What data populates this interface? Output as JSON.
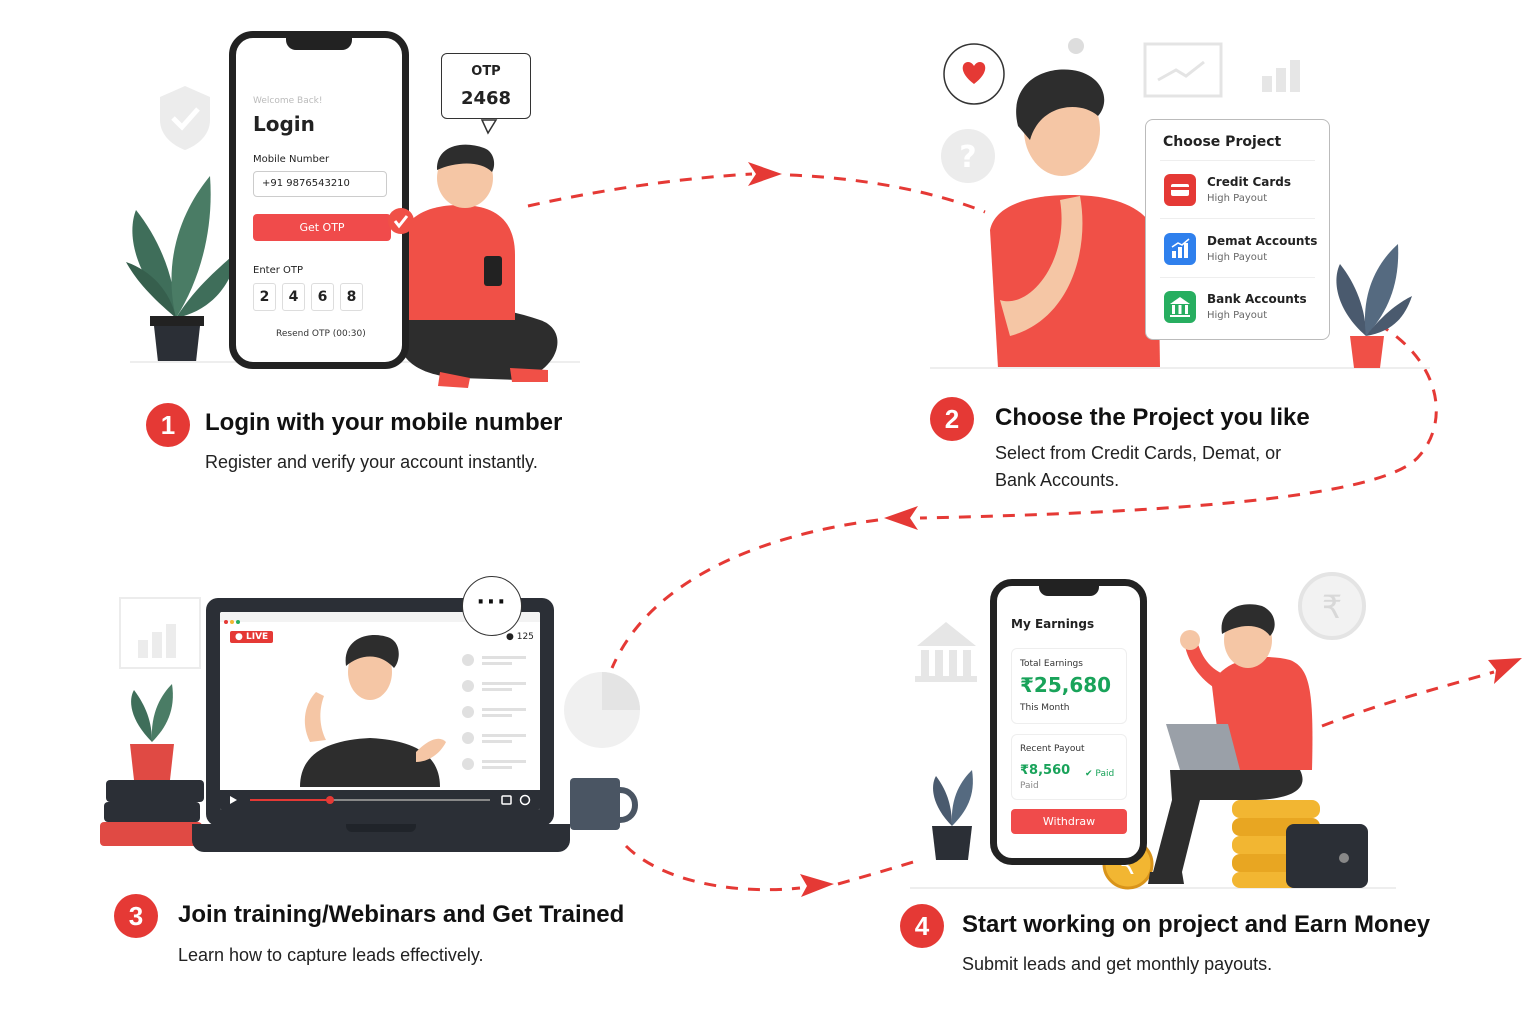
{
  "steps": [
    {
      "number": "1",
      "title": "Login with your mobile number",
      "description": "Register and verify your account instantly."
    },
    {
      "number": "2",
      "title": "Choose the Project you like",
      "description": "Select from Credit Cards, Demat, or Bank Accounts."
    },
    {
      "number": "3",
      "title": "Join training/Webinars and Get Trained",
      "description": "Learn how to capture leads effectively."
    },
    {
      "number": "4",
      "title": "Start working on project and Earn Money",
      "description": "Submit leads and get monthly payouts."
    }
  ],
  "login_phone": {
    "welcome": "Welcome Back!",
    "title": "Login",
    "mobile_label": "Mobile Number",
    "mobile_value": "+91 9876543210",
    "button": "Get OTP",
    "otp_label": "Enter OTP",
    "otp_digits": [
      "2",
      "4",
      "6",
      "8"
    ],
    "resend": "Resend OTP (00:30)"
  },
  "otp_bubble": {
    "title": "OTP",
    "code": "2468"
  },
  "project_card": {
    "title": "Choose Project",
    "items": [
      {
        "name": "Credit Cards",
        "subtitle": "High Payout",
        "icon": "credit-card-icon",
        "color": "#e53935"
      },
      {
        "name": "Demat Accounts",
        "subtitle": "High Payout",
        "icon": "chart-icon",
        "color": "#2f80ed"
      },
      {
        "name": "Bank Accounts",
        "subtitle": "High Payout",
        "icon": "bank-icon",
        "color": "#27ae60"
      }
    ]
  },
  "webinar": {
    "live": "LIVE",
    "viewers": "125"
  },
  "earnings_phone": {
    "title": "My Earnings",
    "total_label": "Total Earnings",
    "total_value": "₹25,680",
    "period": "This Month",
    "recent_label": "Recent Payout",
    "recent_value": "₹8,560",
    "recent_status": "Paid",
    "recent_status2": "Paid",
    "button": "Withdraw"
  },
  "colors": {
    "accent": "#e53935",
    "green": "#19a35a",
    "dark": "#2b2f36"
  }
}
